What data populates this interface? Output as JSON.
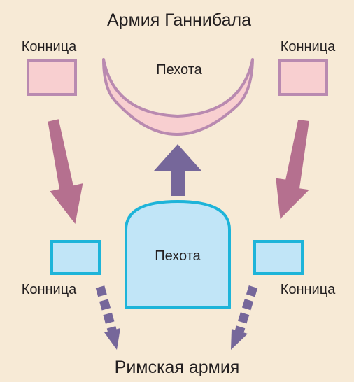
{
  "diagram": {
    "title_top": "Армия Ганнибала",
    "title_bottom": "Римская армия",
    "hannibal": {
      "cavalry_left": "Конница",
      "cavalry_right": "Конница",
      "infantry": "Пехота"
    },
    "roman": {
      "cavalry_left": "Конница",
      "cavalry_right": "Конница",
      "infantry": "Пехота"
    }
  },
  "colors": {
    "background": "#f7ead6",
    "hannibal_fill": "#f8cfd0",
    "hannibal_stroke": "#b98ab0",
    "roman_fill": "#c1e5f7",
    "roman_stroke": "#1eb4d9",
    "cavalry_arrow": "#b5708f",
    "advance_arrow": "#76679a"
  }
}
